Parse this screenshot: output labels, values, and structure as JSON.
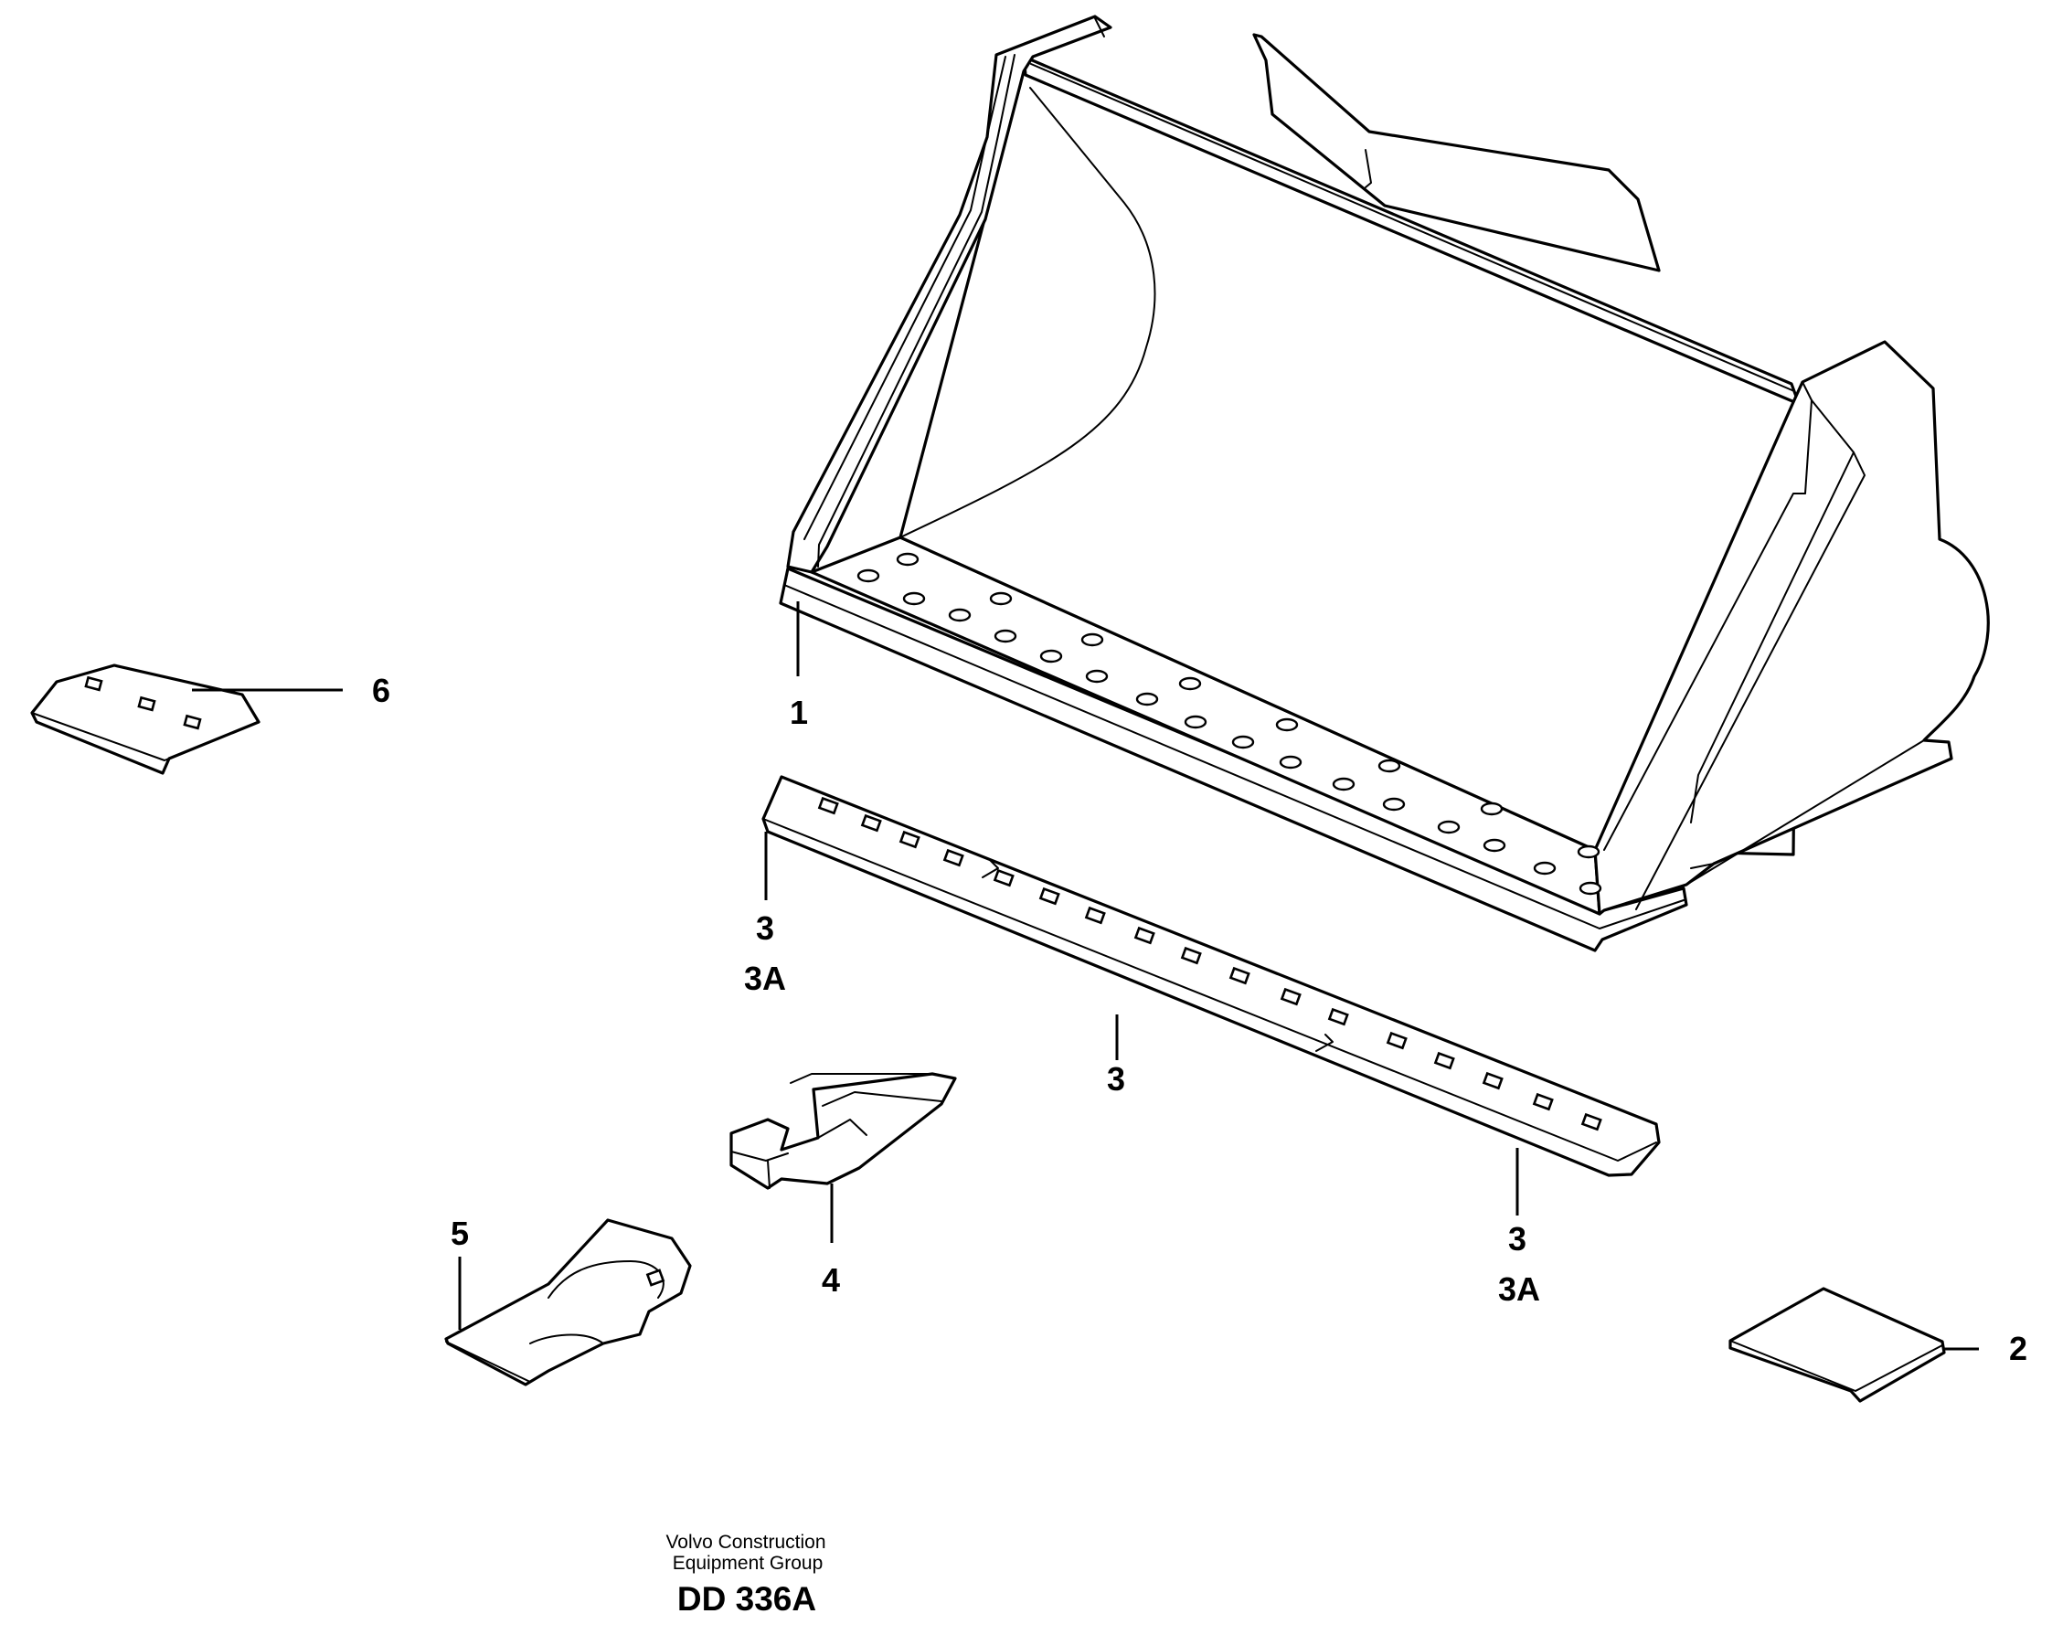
{
  "callouts": {
    "bucket": "1",
    "wear_plate": "2",
    "cutting_edge_left": "3",
    "cutting_edge_left_alt": "3A",
    "cutting_edge_middle": "3",
    "cutting_edge_right": "3",
    "cutting_edge_right_alt": "3A",
    "tooth_adapter": "4",
    "tooth": "5",
    "segment": "6"
  },
  "footer": {
    "company_line1": "Volvo Construction",
    "company_line2": "Equipment Group",
    "drawing_id": "DD 336A"
  }
}
